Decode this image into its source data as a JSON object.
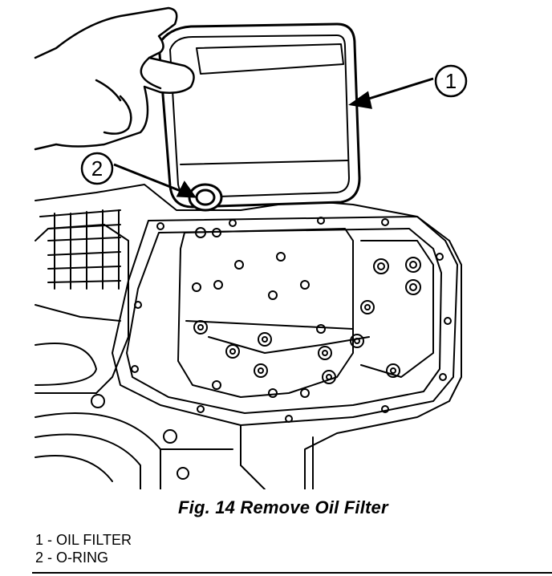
{
  "figure": {
    "caption": "Fig. 14 Remove Oil Filter"
  },
  "callouts": [
    {
      "number": "1"
    },
    {
      "number": "2"
    }
  ],
  "legend": [
    {
      "number": "1",
      "separator": " - ",
      "label": "OIL FILTER"
    },
    {
      "number": "2",
      "separator": " - ",
      "label": "O-RING"
    }
  ]
}
